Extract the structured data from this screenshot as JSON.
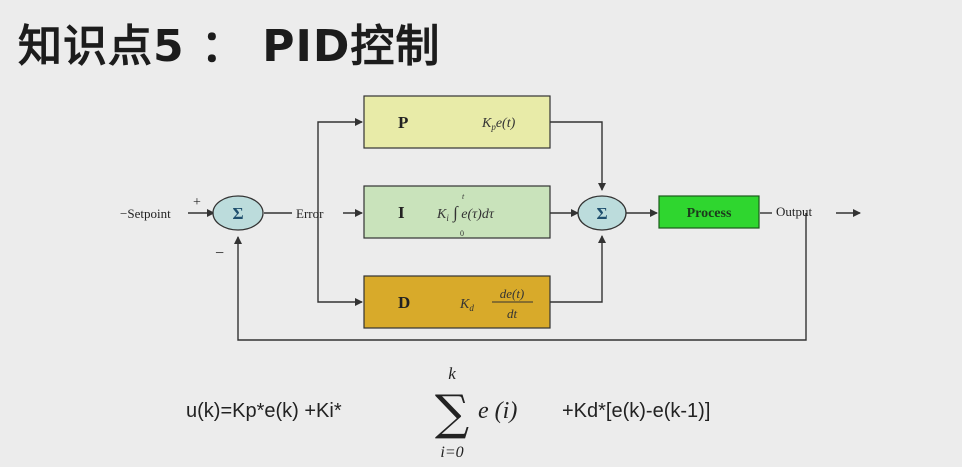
{
  "title": "知识点5 ： PID控制",
  "diagram": {
    "setpoint_label": "Setpoint",
    "error_label": "Error",
    "output_label": "Output",
    "plus_sign": "+",
    "minus_sign": "−",
    "sum_symbol": "Σ",
    "blocks": [
      {
        "id": "p",
        "letter": "P",
        "formula": "Kp e(t)",
        "color": "#e8eba8"
      },
      {
        "id": "i",
        "letter": "I",
        "formula": "Ki ∫ e(τ)dτ",
        "integral_upper": "t",
        "integral_lower": "0",
        "color": "#c9e3bb"
      },
      {
        "id": "d",
        "letter": "D",
        "formula": "Kd de(t)/dt",
        "color": "#d8aa2a"
      }
    ],
    "process": {
      "label": "Process",
      "color": "#2fd62f"
    },
    "sum_color": "#bcdcdc"
  },
  "formula": {
    "left": "u(k)=Kp*e(k) +Ki*",
    "sum_upper": "k",
    "sum_lower": "i=0",
    "sum_body": "e (i)",
    "right": "+Kd*[e(k)-e(k-1)]"
  }
}
